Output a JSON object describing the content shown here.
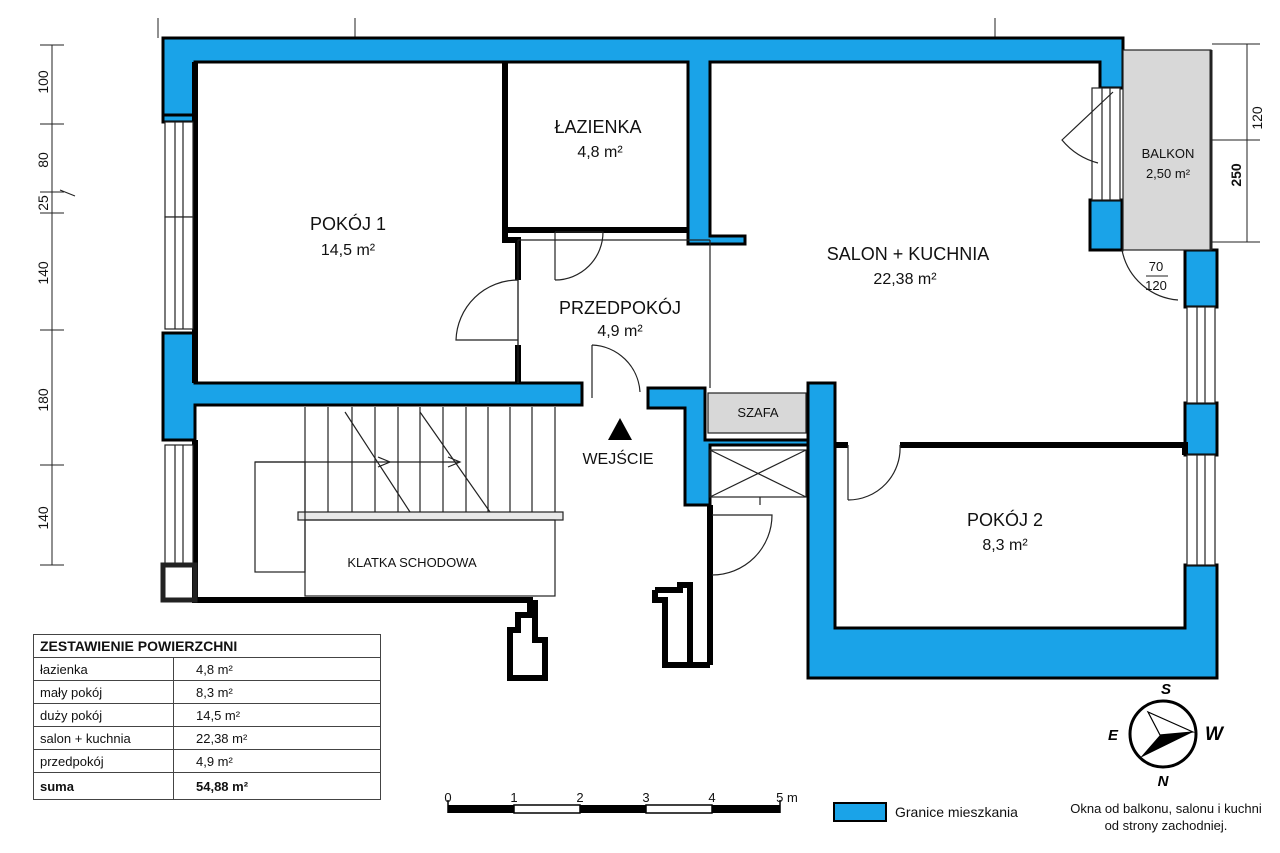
{
  "rooms": {
    "lazienka": {
      "name": "ŁAZIENKA",
      "area": "4,8 m²"
    },
    "pokoj1": {
      "name": "POKÓJ 1",
      "area": "14,5 m²"
    },
    "salon": {
      "name": "SALON + KUCHNIA",
      "area": "22,38 m²"
    },
    "balkon": {
      "name": "BALKON",
      "area": "2,50 m²"
    },
    "przedpokoj": {
      "name": "PRZEDPOKÓJ",
      "area": "4,9 m²"
    },
    "szafa": {
      "name": "SZAFA"
    },
    "pokoj2": {
      "name": "POKÓJ 2",
      "area": "8,3 m²"
    },
    "klatka": {
      "name": "KLATKA SCHODOWA"
    }
  },
  "entrance": "WEJŚCIE",
  "window_label": {
    "top": "70",
    "bottom": "120"
  },
  "dimensions_left": [
    "100",
    "80",
    "25",
    "140",
    "180",
    "140"
  ],
  "dimensions_right": {
    "outer": "120",
    "balcony": "250"
  },
  "summary": {
    "title": "ZESTAWIENIE POWIERZCHNI",
    "rows": [
      {
        "label": "łazienka",
        "value": "4,8 m²"
      },
      {
        "label": "mały pokój",
        "value": "8,3 m²"
      },
      {
        "label": "duży pokój",
        "value": "14,5 m²"
      },
      {
        "label": "salon + kuchnia",
        "value": "22,38 m²"
      },
      {
        "label": "przedpokój",
        "value": "4,9 m²"
      }
    ],
    "total_label": "suma",
    "total_value": "54,88 m²"
  },
  "scale": {
    "ticks": [
      "0",
      "1",
      "2",
      "3",
      "4",
      "5 m"
    ]
  },
  "legend": {
    "label": "Granice mieszkania",
    "color": "#1aa3e8"
  },
  "compass": {
    "s": "S",
    "e": "E",
    "w": "W",
    "n": "N"
  },
  "note": [
    "Okna od balkonu, salonu i kuchni",
    "od strony zachodniej."
  ]
}
